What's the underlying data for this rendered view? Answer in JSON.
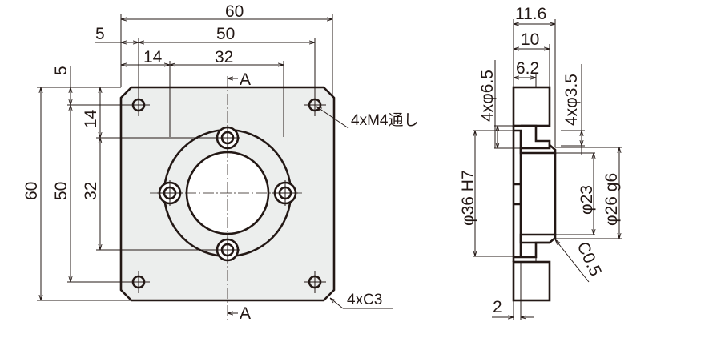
{
  "front_view": {
    "dims_horizontal": {
      "overall": "60",
      "hole_pitch": "50",
      "edge_offset": "5",
      "inner_offset": "14",
      "inner_pitch": "32"
    },
    "dims_vertical": {
      "overall": "60",
      "hole_pitch": "50",
      "edge_offset": "5",
      "inner_offset": "14",
      "inner_pitch": "32"
    },
    "section_marker_top": "A",
    "section_marker_bottom": "A",
    "callout_holes": "4xM4通し",
    "callout_chamfer": "4xC3"
  },
  "section_view": {
    "dim_total_length": "11.6",
    "dim_flange_length": "10",
    "dim_counterbore_depth": "6.2",
    "dim_counterbore_dia": "4xφ6.5",
    "dim_hole_dia": "4xφ3.5",
    "dim_recess": "φ36 H7",
    "dim_bore": "φ23",
    "dim_spigot": "φ26 g6",
    "dim_chamfer": "C0.5",
    "dim_recess_depth": "2"
  },
  "colors": {
    "line": "#231815",
    "plate_fill": "#eceeed"
  }
}
